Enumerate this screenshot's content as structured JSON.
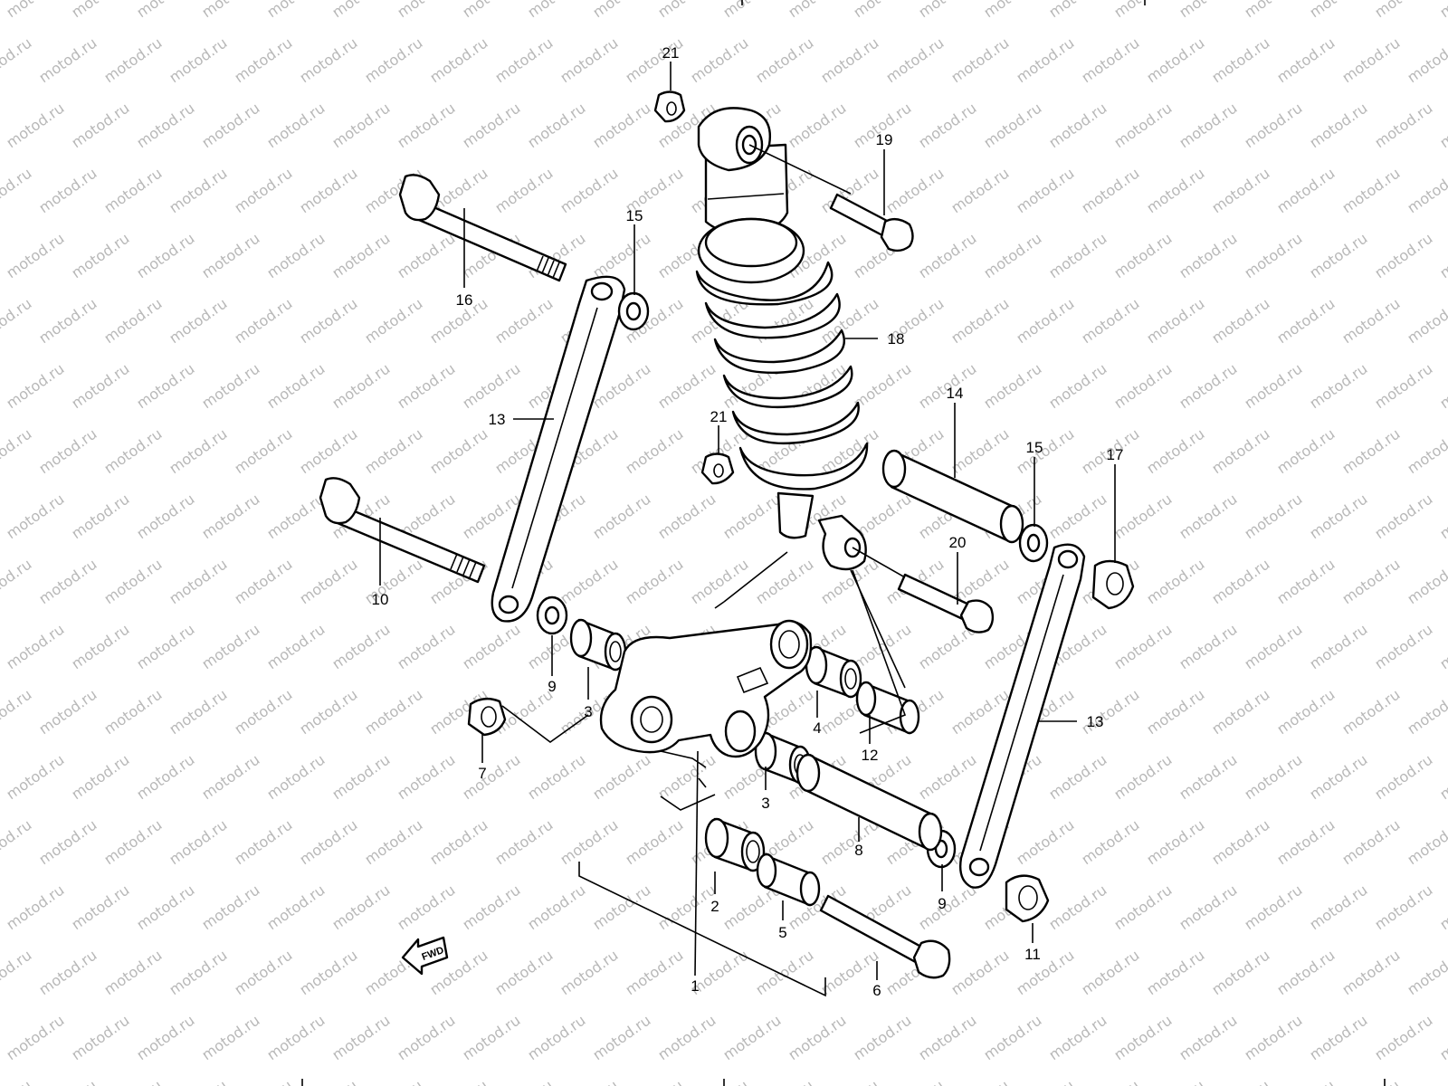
{
  "diagram": {
    "watermark": "motod.ru",
    "fwd_label": "FWD",
    "callouts": [
      {
        "id": "c21a",
        "label": "21"
      },
      {
        "id": "c19",
        "label": "19"
      },
      {
        "id": "c15a",
        "label": "15"
      },
      {
        "id": "c16",
        "label": "16"
      },
      {
        "id": "c18",
        "label": "18"
      },
      {
        "id": "c13a",
        "label": "13"
      },
      {
        "id": "c21b",
        "label": "21"
      },
      {
        "id": "c14",
        "label": "14"
      },
      {
        "id": "c15b",
        "label": "15"
      },
      {
        "id": "c17",
        "label": "17"
      },
      {
        "id": "c20",
        "label": "20"
      },
      {
        "id": "c10",
        "label": "10"
      },
      {
        "id": "c9a",
        "label": "9"
      },
      {
        "id": "c3a",
        "label": "3"
      },
      {
        "id": "c7",
        "label": "7"
      },
      {
        "id": "c4",
        "label": "4"
      },
      {
        "id": "c12",
        "label": "12"
      },
      {
        "id": "c13b",
        "label": "13"
      },
      {
        "id": "c3b",
        "label": "3"
      },
      {
        "id": "c8",
        "label": "8"
      },
      {
        "id": "c9b",
        "label": "9"
      },
      {
        "id": "c2",
        "label": "2"
      },
      {
        "id": "c5",
        "label": "5"
      },
      {
        "id": "c11",
        "label": "11"
      },
      {
        "id": "c1",
        "label": "1"
      },
      {
        "id": "c6",
        "label": "6"
      }
    ]
  }
}
